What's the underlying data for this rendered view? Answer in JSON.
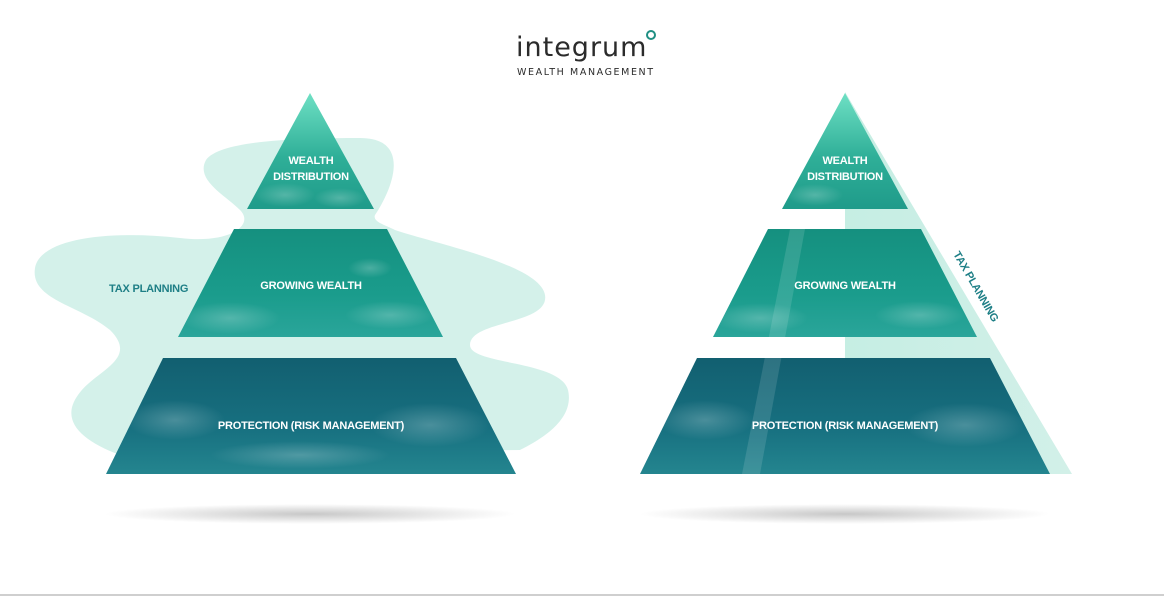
{
  "logo": {
    "name": "integrum",
    "tagline": "WEALTH MANAGEMENT"
  },
  "colors": {
    "brand_teal": "#1f8f83",
    "light_mint": "#cdeee6",
    "tier_top": "#35b59f",
    "tier_mid": "#1a958a",
    "tier_base": "#176d7a",
    "tax_label": "#1e7f86"
  },
  "left_pyramid": {
    "tiers": [
      {
        "line1": "WEALTH",
        "line2": "DISTRIBUTION"
      },
      {
        "line1": "GROWING WEALTH"
      },
      {
        "line1": "PROTECTION (RISK MANAGEMENT)"
      }
    ],
    "tax_label": "TAX PLANNING"
  },
  "right_pyramid": {
    "tiers": [
      {
        "line1": "WEALTH",
        "line2": "DISTRIBUTION"
      },
      {
        "line1": "GROWING WEALTH"
      },
      {
        "line1": "PROTECTION (RISK MANAGEMENT)"
      }
    ],
    "tax_label": "TAX PLANNING"
  }
}
